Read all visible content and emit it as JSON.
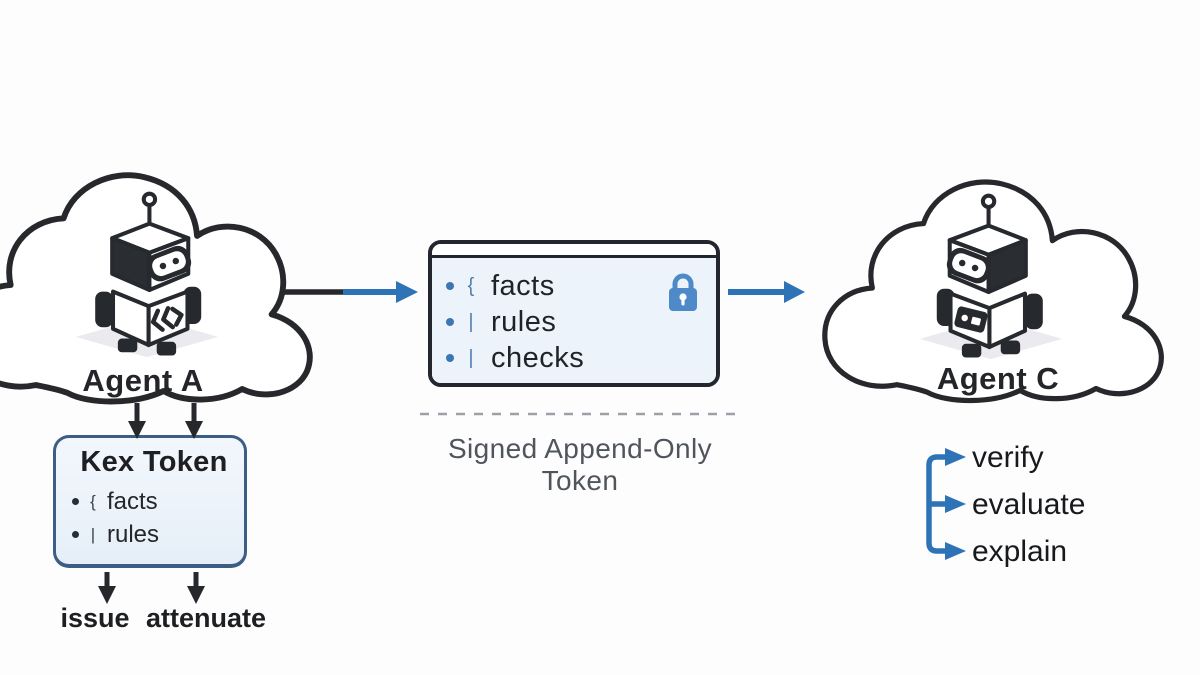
{
  "colors": {
    "accent_blue": "#2d73b5",
    "lock_blue": "#4e8ac8",
    "outline_dark": "#26282c",
    "kex_border": "#3c5d85",
    "panel_fill": "#edf3fa",
    "caption_gray": "#50555c"
  },
  "agent_a": {
    "label": "Agent A"
  },
  "agent_c": {
    "label": "Agent C"
  },
  "token_box": {
    "items": [
      {
        "glyph": "{",
        "label": "facts"
      },
      {
        "glyph": "|",
        "label": "rules"
      },
      {
        "glyph": "|",
        "label": "checks"
      }
    ],
    "caption": "Signed Append-Only Token"
  },
  "kex_box": {
    "title": "Kex Token",
    "items": [
      {
        "glyph": "{",
        "label": "facts"
      },
      {
        "glyph": "|",
        "label": "rules"
      }
    ],
    "actions": [
      {
        "label": "issue"
      },
      {
        "label": "attenuate"
      }
    ]
  },
  "agent_c_actions": [
    {
      "label": "verify"
    },
    {
      "label": "evaluate"
    },
    {
      "label": "explain"
    }
  ]
}
